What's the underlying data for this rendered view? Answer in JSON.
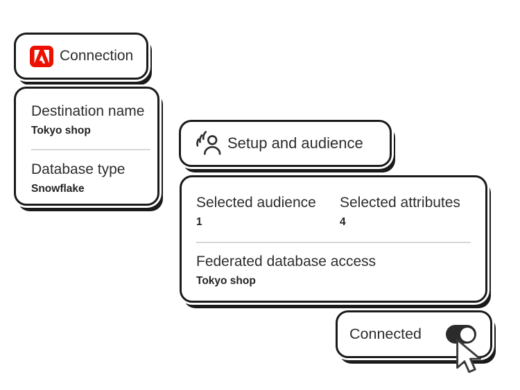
{
  "colors": {
    "background": "#ffffff",
    "card_background": "#ffffff",
    "card_border": "#1a1a1a",
    "text": "#2c2c2c",
    "divider": "#d7d7d7",
    "adobe_red": "#eb1000",
    "toggle_on": "#2b2b2b",
    "toggle_knob": "#ffffff",
    "cursor_fill": "#ffffff",
    "cursor_outline": "#3a3a3a"
  },
  "connection_card": {
    "title": "Connection",
    "icon": "adobe-logo-icon"
  },
  "destination_card": {
    "fields": [
      {
        "label": "Destination name",
        "value": "Tokyo shop"
      },
      {
        "label": "Database type",
        "value": "Snowflake"
      }
    ]
  },
  "setup_card": {
    "title": "Setup and audience",
    "icon": "audience-icon"
  },
  "summary_card": {
    "stats": [
      {
        "label": "Selected audience",
        "value": "1"
      },
      {
        "label": "Selected attributes",
        "value": "4"
      }
    ],
    "access": {
      "label": "Federated database access",
      "value": "Tokyo shop"
    }
  },
  "connected_card": {
    "label": "Connected",
    "toggle_state": "on"
  },
  "cursor": {
    "icon": "arrow-cursor-icon"
  }
}
